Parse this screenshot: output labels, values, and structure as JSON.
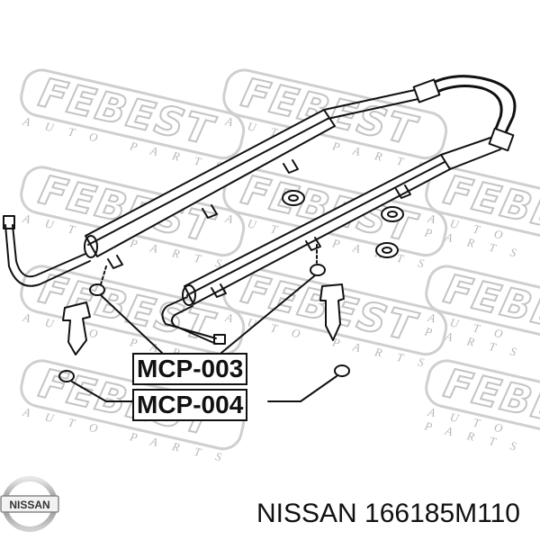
{
  "watermark": {
    "brand": "FEBEST",
    "tagline": "AUTO PARTS"
  },
  "labels": [
    {
      "code": "MCP-003"
    },
    {
      "code": "MCP-004"
    }
  ],
  "footer": {
    "logo_text": "NISSAN",
    "part_number": "NISSAN 166185M110"
  }
}
